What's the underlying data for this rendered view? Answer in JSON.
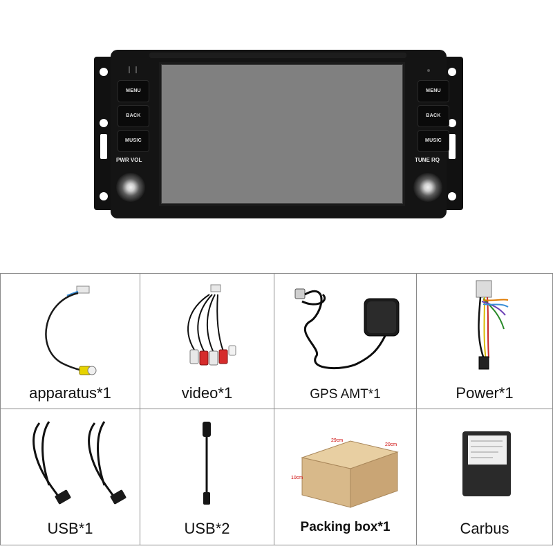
{
  "head_unit": {
    "left_buttons": [
      "MENU",
      "BACK",
      "MUSIC"
    ],
    "right_buttons": [
      "MENU",
      "BACK",
      "MUSIC"
    ],
    "left_knob_label": "PWR  VOL",
    "right_knob_label": "TUNE RQ"
  },
  "accessories": [
    {
      "label": "apparatus*1",
      "icon": "camera-cable-icon"
    },
    {
      "label": "video*1",
      "icon": "rca-video-cable-icon"
    },
    {
      "label": "GPS AMT*1",
      "icon": "gps-antenna-icon"
    },
    {
      "label": "Power*1",
      "icon": "power-harness-icon"
    },
    {
      "label": "USB*1",
      "icon": "usb-cables-icon"
    },
    {
      "label": "USB*2",
      "icon": "usb-extension-icon"
    },
    {
      "label": "Packing box*1",
      "icon": "cardboard-box-icon"
    },
    {
      "label": "Carbus",
      "icon": "canbus-box-icon"
    }
  ],
  "box_dimensions": {
    "length": "29cm",
    "width": "20cm",
    "height": "10cm"
  },
  "colors": {
    "background": "#ffffff",
    "unit": "#141414",
    "screen": "#808080",
    "grid_line": "#8a8a8a",
    "box": "#d8b98a"
  }
}
